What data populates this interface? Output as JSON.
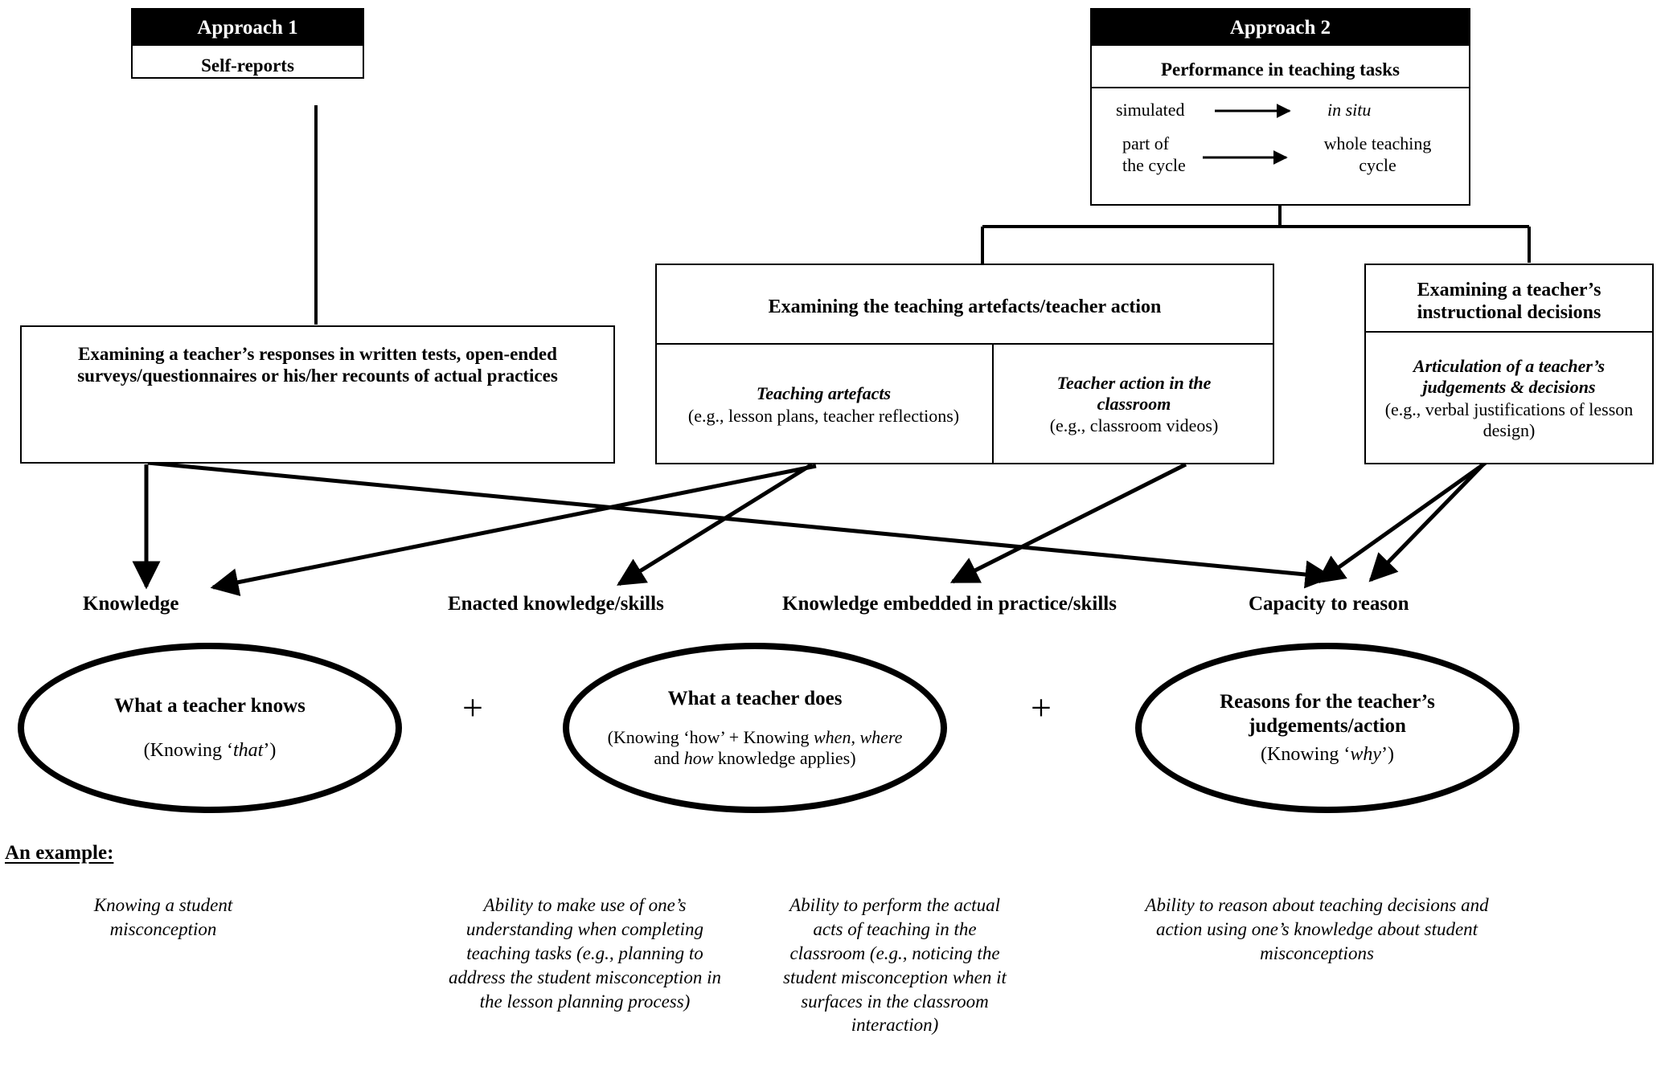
{
  "diagram": {
    "title_hidden": "",
    "approach1": {
      "header": "Approach 1",
      "subtitle": "Self-reports",
      "method_box": "Examining a teacher’s responses in written tests, open-ended surveys/questionnaires or his/her recounts of actual practices"
    },
    "approach2": {
      "header": "Approach 2",
      "subtitle": "Performance in teaching tasks",
      "continuum": [
        {
          "left": "simulated",
          "right": "in situ",
          "left_style": "roman",
          "right_style": "italic"
        },
        {
          "left": "part of\nthe cycle",
          "right": "whole teaching\ncycle",
          "left_style": "roman",
          "right_style": "roman"
        }
      ],
      "continuum_row1_left": "simulated",
      "continuum_row1_right": "in situ",
      "continuum_row2_left_line1": "part of",
      "continuum_row2_left_line2": "the cycle",
      "continuum_row2_right_line1": "whole teaching",
      "continuum_row2_right_line2": "cycle",
      "artefacts_box": {
        "header": "Examining the teaching artefacts/teacher action",
        "left_cell_title": "Teaching artefacts",
        "left_cell_detail": "(e.g., lesson plans, teacher reflections)",
        "right_cell_title": "Teacher action in the classroom",
        "right_cell_detail": "(e.g., classroom videos)"
      },
      "decisions_box": {
        "header_line1": "Examining a teacher’s",
        "header_line2": "instructional decisions",
        "body_title": "Articulation of a teacher’s judgements & decisions",
        "body_detail": "(e.g., verbal justifications of lesson design)"
      }
    },
    "outcomes": [
      "Knowledge",
      "Enacted knowledge/skills",
      "Knowledge embedded in practice/skills",
      "Capacity to reason"
    ],
    "constructs": [
      {
        "title": "What a teacher knows",
        "sub_pre": "(Knowing ‘",
        "sub_em": "that",
        "sub_post": "’)",
        "sub_plain": "(Knowing ‘that’)"
      },
      {
        "title": "What a teacher does",
        "sub_plain": "(Knowing ‘how’ + Knowing when, where and how knowledge applies)"
      },
      {
        "title_line1": "Reasons for the teacher’s",
        "title_line2": "judgements/action",
        "sub_plain": "(Knowing ‘why’)"
      }
    ],
    "plus_signs": [
      "+",
      "+"
    ],
    "example": {
      "heading": "An example:",
      "columns": [
        "Knowing a student misconception",
        "Ability to make use of one’s understanding when completing teaching tasks (e.g., planning to address the student misconception in the lesson planning process)",
        "Ability to perform the actual acts of teaching in the classroom (e.g., noticing the student misconception when it surfaces in the classroom interaction)",
        "Ability to reason about teaching decisions and action using one’s knowledge about student misconceptions"
      ]
    },
    "colors": {
      "header_bg": "#000000",
      "header_fg": "#ffffff",
      "line": "#000000",
      "page_bg": "#ffffff"
    }
  }
}
